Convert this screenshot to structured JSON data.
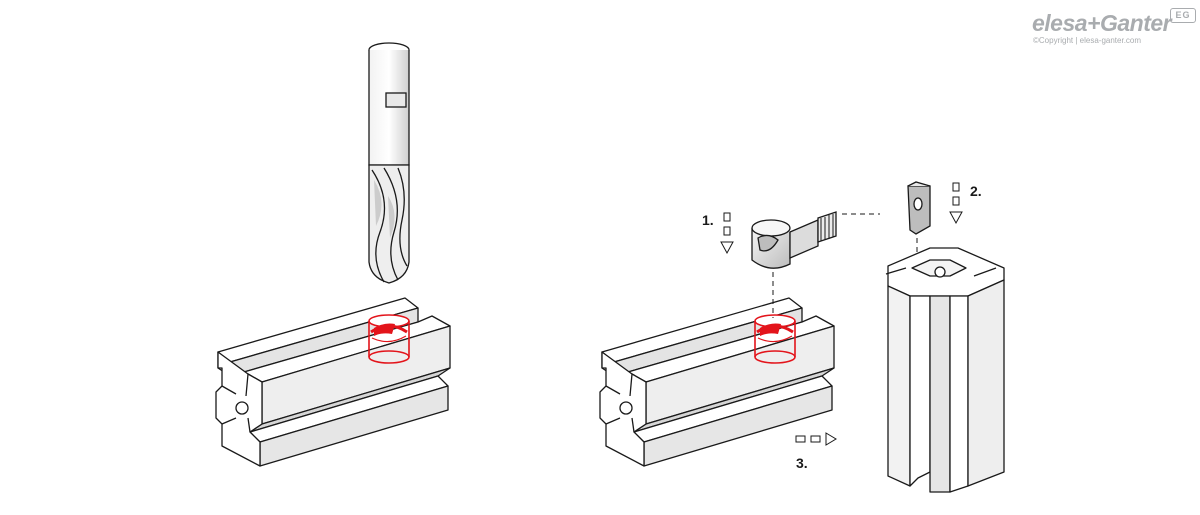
{
  "brand": {
    "name": "elesa+Ganter",
    "mark": "EG",
    "copyright": "©Copyright | elesa-ganter.com"
  },
  "steps": [
    {
      "label": "1.",
      "arrow": "down"
    },
    {
      "label": "2.",
      "arrow": "down"
    },
    {
      "label": "3.",
      "arrow": "right"
    }
  ],
  "colors": {
    "line": "#1a1a1a",
    "shade": "#d9d9d9",
    "highlight": "#e3141b",
    "brand": "#a9acaf"
  },
  "icons": [
    "end-mill-icon",
    "aluminium-profile-icon",
    "bore-hole-highlight-icon",
    "connector-bolt-icon",
    "slot-nut-icon",
    "arrow-down-icon",
    "arrow-right-icon"
  ]
}
